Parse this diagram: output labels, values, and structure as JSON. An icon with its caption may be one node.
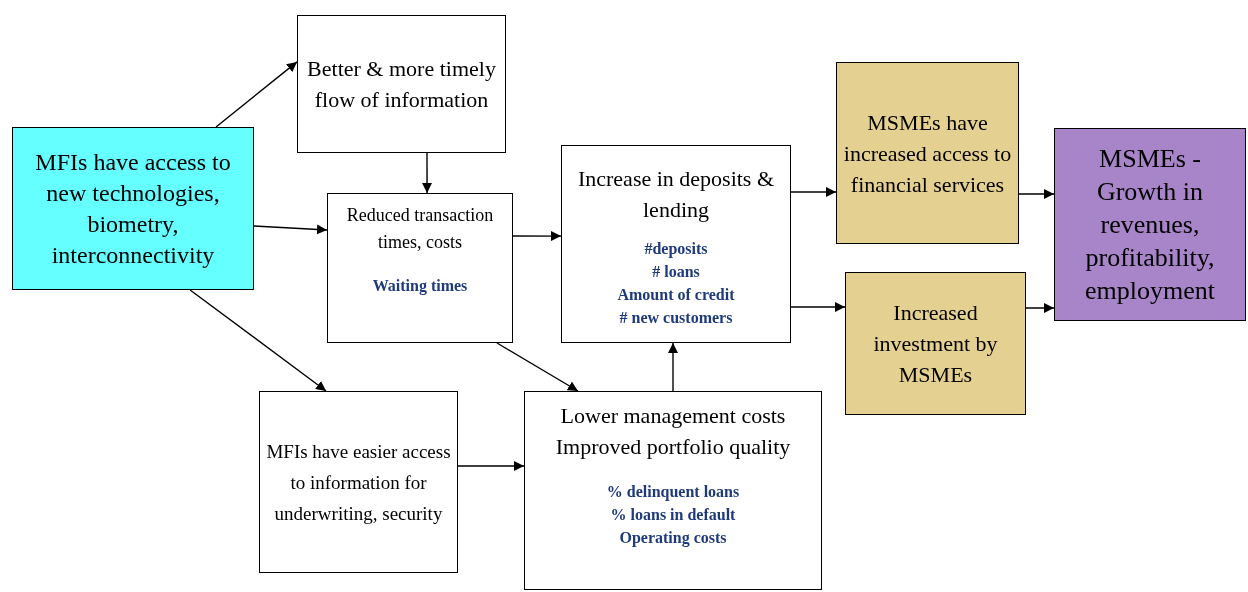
{
  "diagram": {
    "nodes": [
      {
        "text": [
          "MFIs have access to new technologies, biometry, interconnectivity"
        ]
      },
      {
        "text": [
          "Better & more timely flow of information"
        ]
      },
      {
        "text": [
          "Reduced transaction times, costs",
          "Waiting times"
        ]
      },
      {
        "text": [
          "Increase in deposits & lending",
          "#deposits",
          "# loans",
          "Amount of credit",
          "# new customers"
        ]
      },
      {
        "text": [
          "MFIs have easier access to information for underwriting, security"
        ]
      },
      {
        "text": [
          "Lower management costs",
          "Improved portfolio quality",
          "% delinquent loans",
          "% loans in default",
          "Operating costs"
        ]
      },
      {
        "text": [
          "MSMEs have increased access to financial services"
        ]
      },
      {
        "text": [
          "Increased investment by MSMEs"
        ]
      },
      {
        "text": [
          "MSMEs - Growth in revenues, profitability, employment"
        ]
      }
    ],
    "edges": [
      {
        "from": 0,
        "to": 1,
        "arrow": "to"
      },
      {
        "from": 1,
        "to": 2,
        "arrow": "to"
      },
      {
        "from": 0,
        "to": 2,
        "arrow": "to"
      },
      {
        "from": 0,
        "to": 4,
        "arrow": "to"
      },
      {
        "from": 2,
        "to": 3,
        "arrow": "to"
      },
      {
        "from": 2,
        "to": 5,
        "arrow": "to"
      },
      {
        "from": 4,
        "to": 5,
        "arrow": "to"
      },
      {
        "from": 5,
        "to": 3,
        "arrow": "to"
      },
      {
        "from": 3,
        "to": 6,
        "arrow": "to"
      },
      {
        "from": 3,
        "to": 7,
        "arrow": "to"
      },
      {
        "from": 6,
        "to": 8,
        "arrow": "to"
      },
      {
        "from": 7,
        "to": 8,
        "arrow": "to"
      }
    ]
  }
}
